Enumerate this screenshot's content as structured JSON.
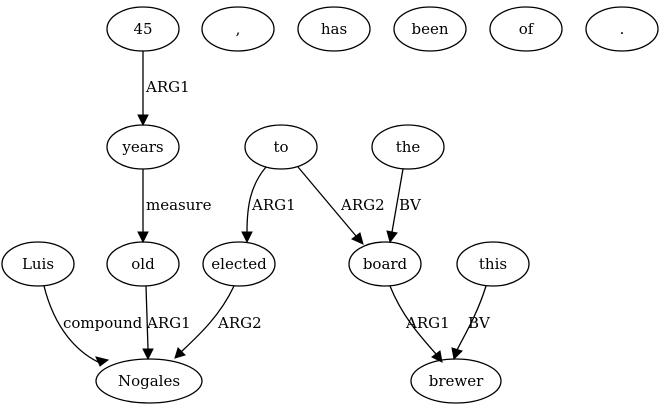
{
  "graph": {
    "nodes": {
      "n45": "45",
      "comma": ",",
      "has": "has",
      "been": "been",
      "of": "of",
      "period": ".",
      "years": "years",
      "to": "to",
      "the": "the",
      "luis": "Luis",
      "old": "old",
      "elected": "elected",
      "board": "board",
      "this": "this",
      "nogales": "Nogales",
      "brewer": "brewer"
    },
    "edges": [
      {
        "from": "45",
        "to": "years",
        "label": "ARG1"
      },
      {
        "from": "years",
        "to": "old",
        "label": "measure"
      },
      {
        "from": "to",
        "to": "elected",
        "label": "ARG1"
      },
      {
        "from": "to",
        "to": "board",
        "label": "ARG2"
      },
      {
        "from": "the",
        "to": "board",
        "label": "BV"
      },
      {
        "from": "Luis",
        "to": "Nogales",
        "label": "compound"
      },
      {
        "from": "old",
        "to": "Nogales",
        "label": "ARG1"
      },
      {
        "from": "elected",
        "to": "Nogales",
        "label": "ARG2"
      },
      {
        "from": "board",
        "to": "brewer",
        "label": "ARG1"
      },
      {
        "from": "this",
        "to": "brewer",
        "label": "BV"
      }
    ]
  }
}
